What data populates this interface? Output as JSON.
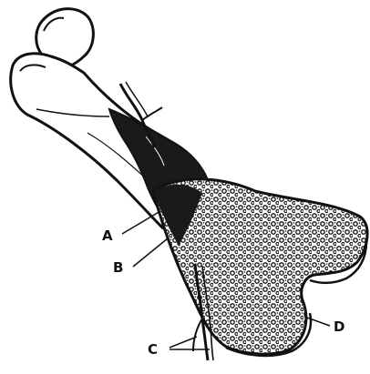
{
  "diagram": {
    "labels": {
      "a": "A",
      "b": "B",
      "c": "C",
      "d": "D"
    },
    "colors": {
      "ink": "#111111",
      "paper": "#ffffff",
      "shade": "#1a1a1a"
    }
  }
}
